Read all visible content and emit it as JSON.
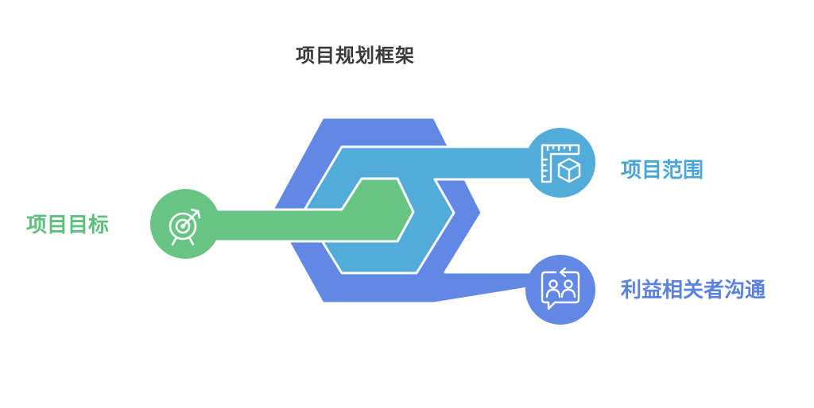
{
  "title": "项目规划框架",
  "colors": {
    "blue_dark": "#6088e4",
    "blue_light": "#53abd9",
    "green": "#68c482",
    "title_text": "#3a3a3a",
    "icon_stroke": "#ffffff"
  },
  "items": [
    {
      "label": "项目目标",
      "icon": "target-arrow-icon",
      "color": "#5fbf7c"
    },
    {
      "label": "项目范围",
      "icon": "ruler-cube-icon",
      "color": "#4aa6d6"
    },
    {
      "label": "利益相关者沟通",
      "icon": "people-chat-icon",
      "color": "#5b82e0"
    }
  ]
}
